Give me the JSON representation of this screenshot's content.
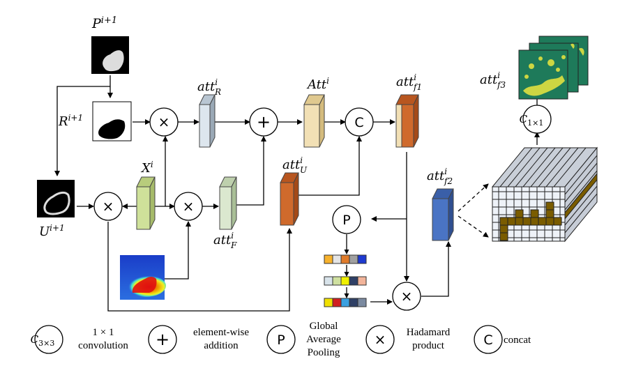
{
  "labels": {
    "p": "P",
    "p_sup": "i+1",
    "r": "R",
    "r_sup": "i+1",
    "u": "U",
    "u_sup": "i+1",
    "x": "X",
    "x_sup": "i",
    "att_r": "att",
    "att_r_sup": "i",
    "att_r_sub": "R",
    "att": "Att",
    "att_sup": "i",
    "att_f1": "att",
    "att_f1_sup": "i",
    "att_f1_sub": "f1",
    "att_u": "att",
    "att_u_sup": "i",
    "att_u_sub": "U",
    "att_f": "att",
    "att_f_sup": "i",
    "att_f_sub": "F",
    "att_f2": "att",
    "att_f2_sup": "i",
    "att_f2_sub": "f2",
    "att_f3": "att",
    "att_f3_sup": "i",
    "att_f3_sub": "f3",
    "c1x1": "C",
    "c1x1_sub": "1×1"
  },
  "ops": {
    "multiply": "×",
    "add": "+",
    "concat": "C",
    "pool": "P"
  },
  "legend": {
    "conv_symbol": "C",
    "conv_symbol_sub": "3×3",
    "conv_line1": "1 × 1",
    "conv_line2": "convolution",
    "add_symbol": "+",
    "add_line1": "element-wise",
    "add_line2": "addition",
    "pool_symbol": "P",
    "pool_line1": "Global",
    "pool_line2": "Average",
    "pool_line3": "Pooling",
    "hadamard_symbol": "×",
    "hadamard_line1": "Hadamard",
    "hadamard_line2": "product",
    "concat_symbol": "C",
    "concat_label": "concat"
  },
  "colors": {
    "att_r": "#dde6ee",
    "att": "#f2e0b5",
    "orange": "#cf6a2c",
    "x_green": "#cfe19a",
    "f_green": "#dbe8cf",
    "blue": "#4a74c4",
    "olive": "#7a5c00",
    "grid": "#e8eef5"
  }
}
